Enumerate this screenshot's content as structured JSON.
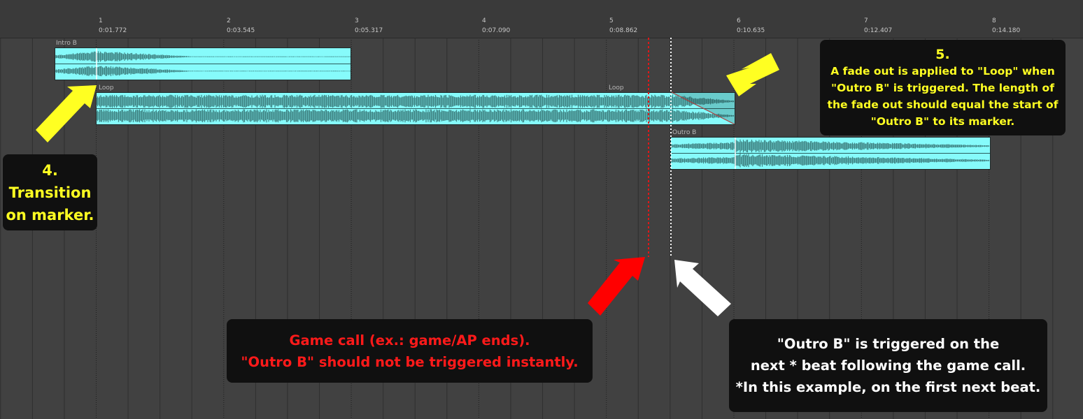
{
  "ruler": {
    "bars": [
      {
        "num": "1",
        "time": "0:01.772"
      },
      {
        "num": "2",
        "time": "0:03.545"
      },
      {
        "num": "3",
        "time": "0:05.317"
      },
      {
        "num": "4",
        "time": "0:07.090"
      },
      {
        "num": "5",
        "time": "0:08.862"
      },
      {
        "num": "6",
        "time": "0:10.635"
      },
      {
        "num": "7",
        "time": "0:12.407"
      },
      {
        "num": "8",
        "time": "0:14.180"
      }
    ]
  },
  "clips": {
    "intro_name": "Intro B",
    "loop_name": "Loop",
    "loop_name_2": "Loop",
    "outro_name": "Outro B"
  },
  "callouts": {
    "c4": {
      "line1": "4.",
      "line2": "Transition",
      "line3": "on marker."
    },
    "c5": {
      "line1": "5.",
      "line2": "A fade out is applied to \"Loop\" when",
      "line3": "\"Outro B\" is triggered. The length of",
      "line4": "the fade out should equal the start of",
      "line5": "\"Outro B\" to its marker."
    },
    "game": {
      "line1": "Game call (ex.: game/AP ends).",
      "line2": "\"Outro B\" should not be triggered instantly."
    },
    "outro": {
      "line1": "\"Outro B\" is triggered on the",
      "line2": "next * beat following the game call.",
      "line3": "*In this example, on the first next beat."
    }
  },
  "colors": {
    "clip_fill": "#86fbfb",
    "waveform": "#3f8484",
    "yellow": "#ffff22",
    "red": "#ff1a1a",
    "white": "#ffffff",
    "callout_bg": "#101010"
  },
  "icons": [
    "yellow-arrow-icon",
    "red-arrow-icon",
    "white-arrow-icon"
  ]
}
